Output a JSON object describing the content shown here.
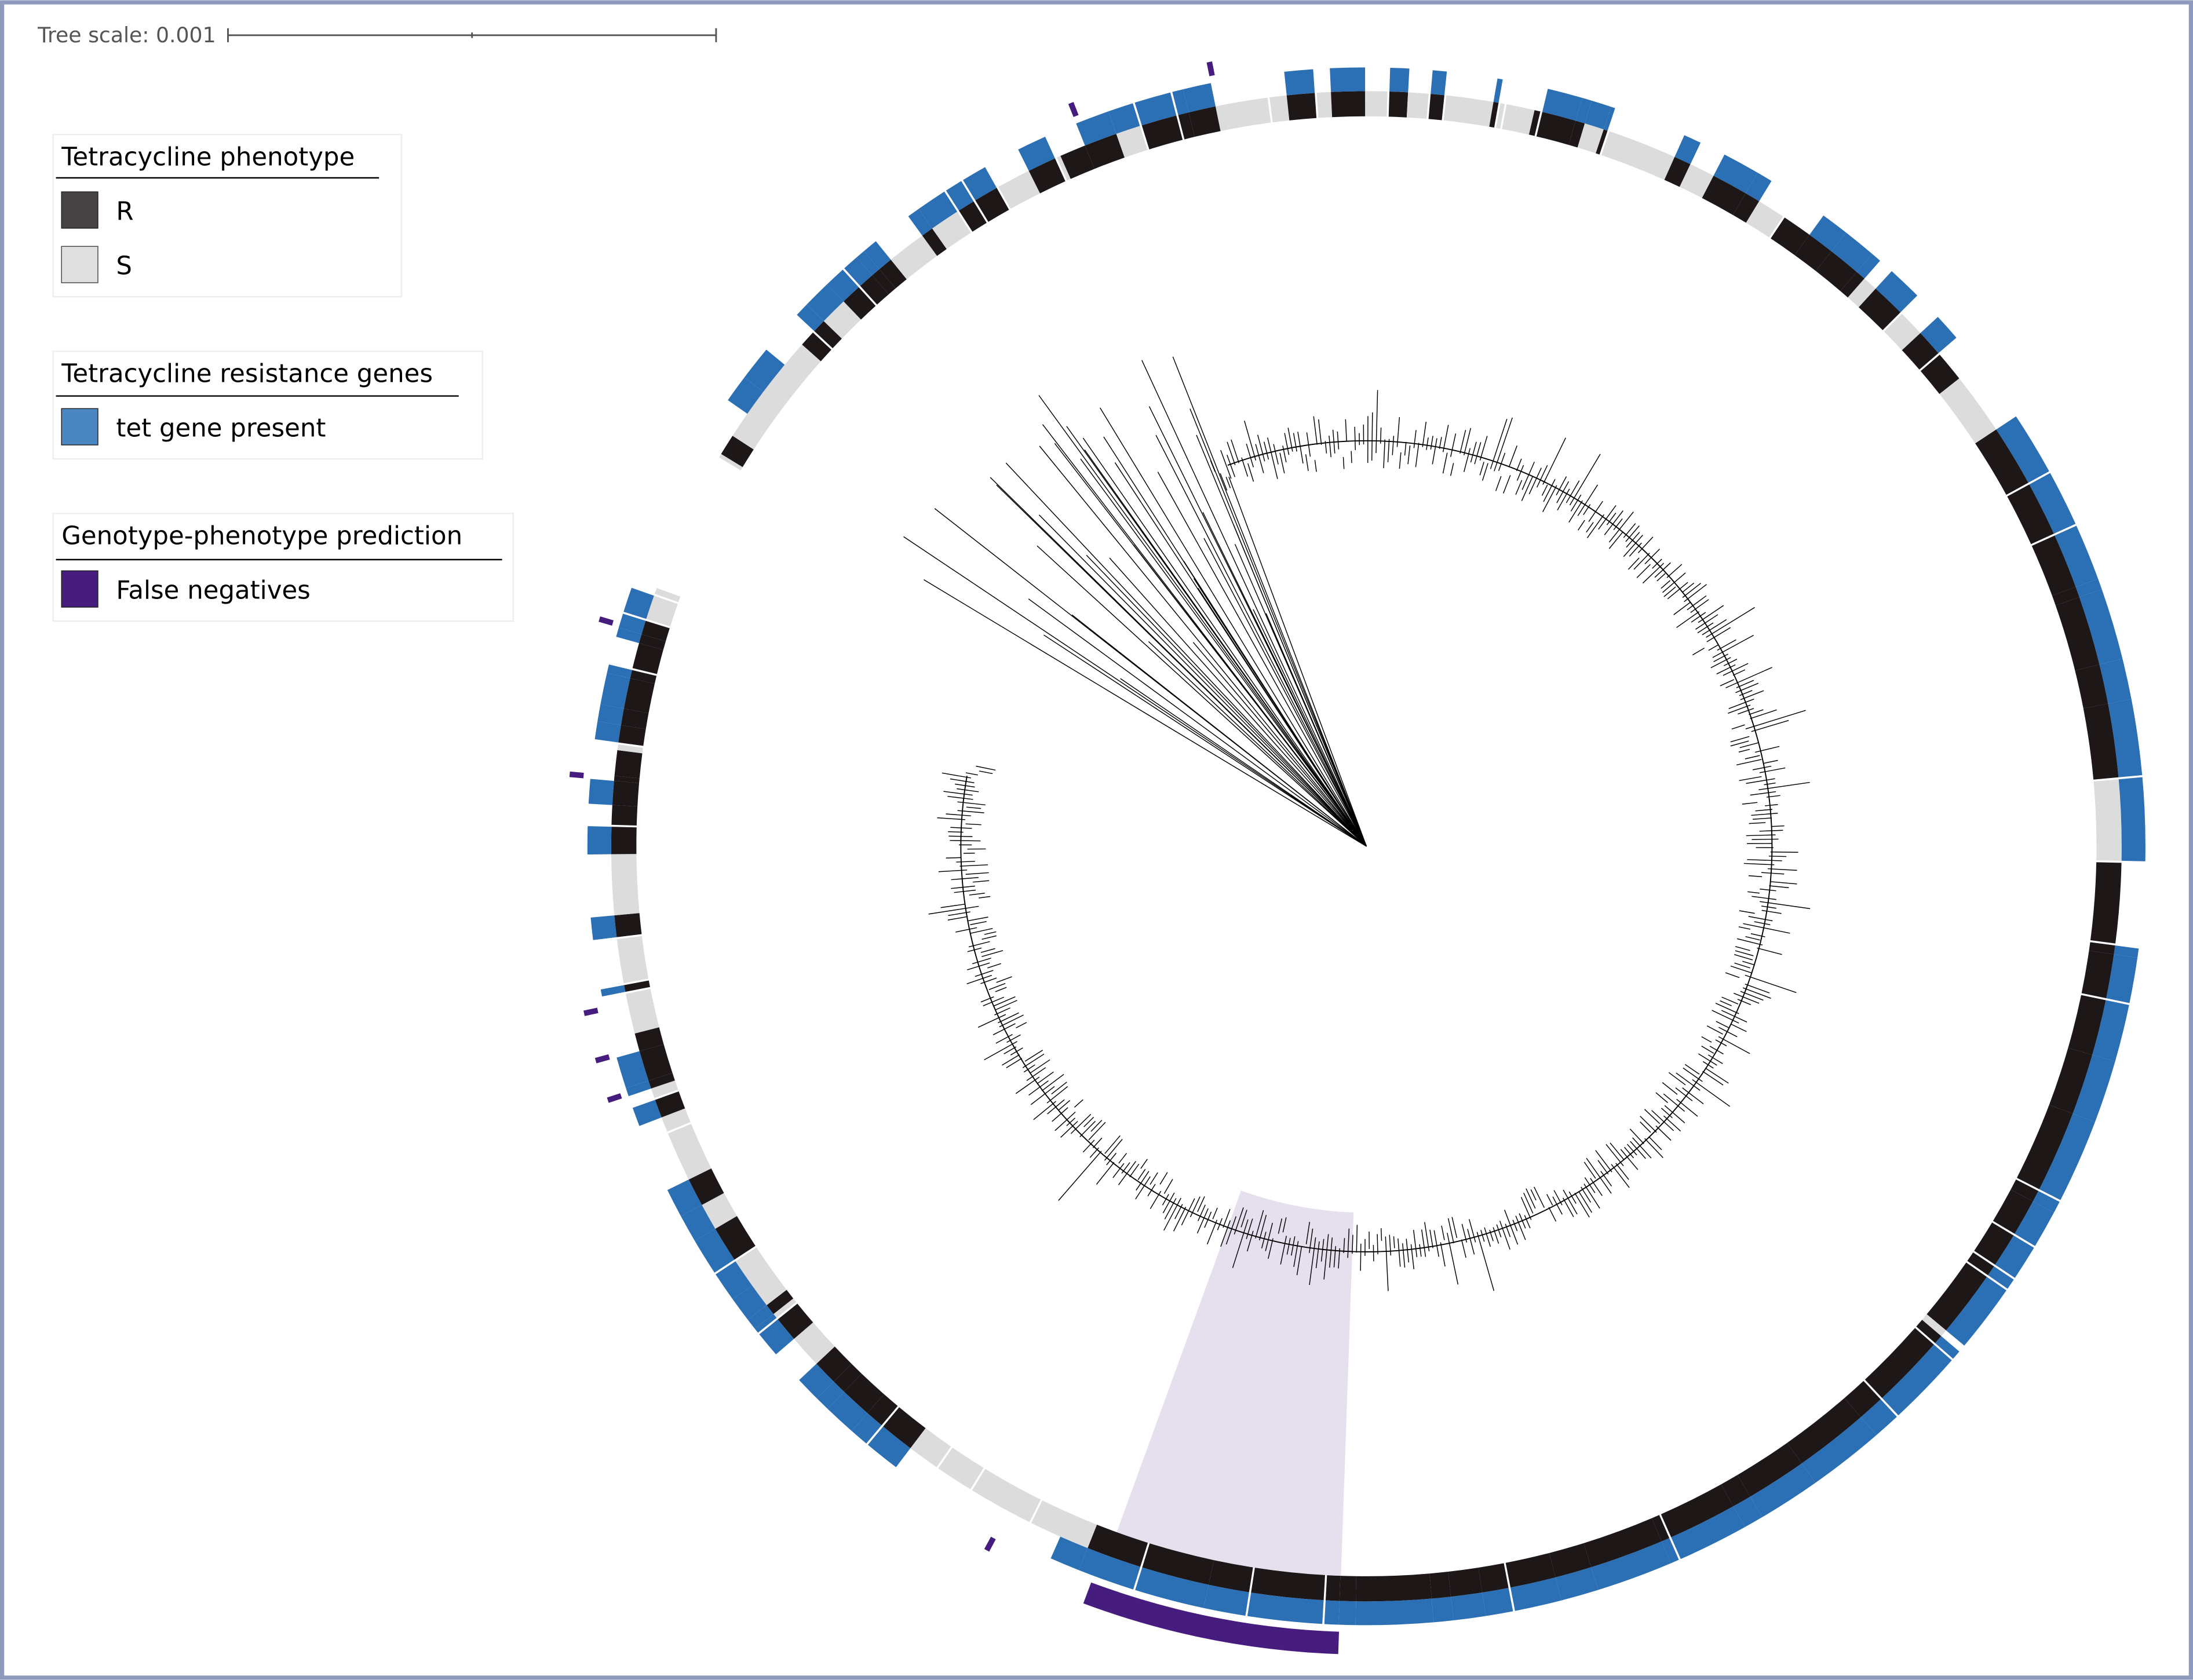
{
  "tree_scale": {
    "label": "Tree scale: 0.001"
  },
  "legends": [
    {
      "title": "Tetracycline phenotype",
      "items": [
        {
          "label": "R",
          "color": "#474344"
        },
        {
          "label": "S",
          "color": "#e0e0e0"
        }
      ]
    },
    {
      "title": "Tetracycline resistance genes",
      "items": [
        {
          "label": "tet gene present",
          "color": "#4a87c2"
        }
      ]
    },
    {
      "title": "Genotype-phenotype prediction",
      "items": [
        {
          "label": "False negatives",
          "color": "#461c7e"
        }
      ]
    }
  ],
  "colors": {
    "resistant": "#1e1718",
    "susceptible": "#dcdcdc",
    "tet_present": "#2b6fb5",
    "false_negative": "#461c7e",
    "highlight": "#e6e0ee",
    "frame": "#8e9bbd"
  }
}
